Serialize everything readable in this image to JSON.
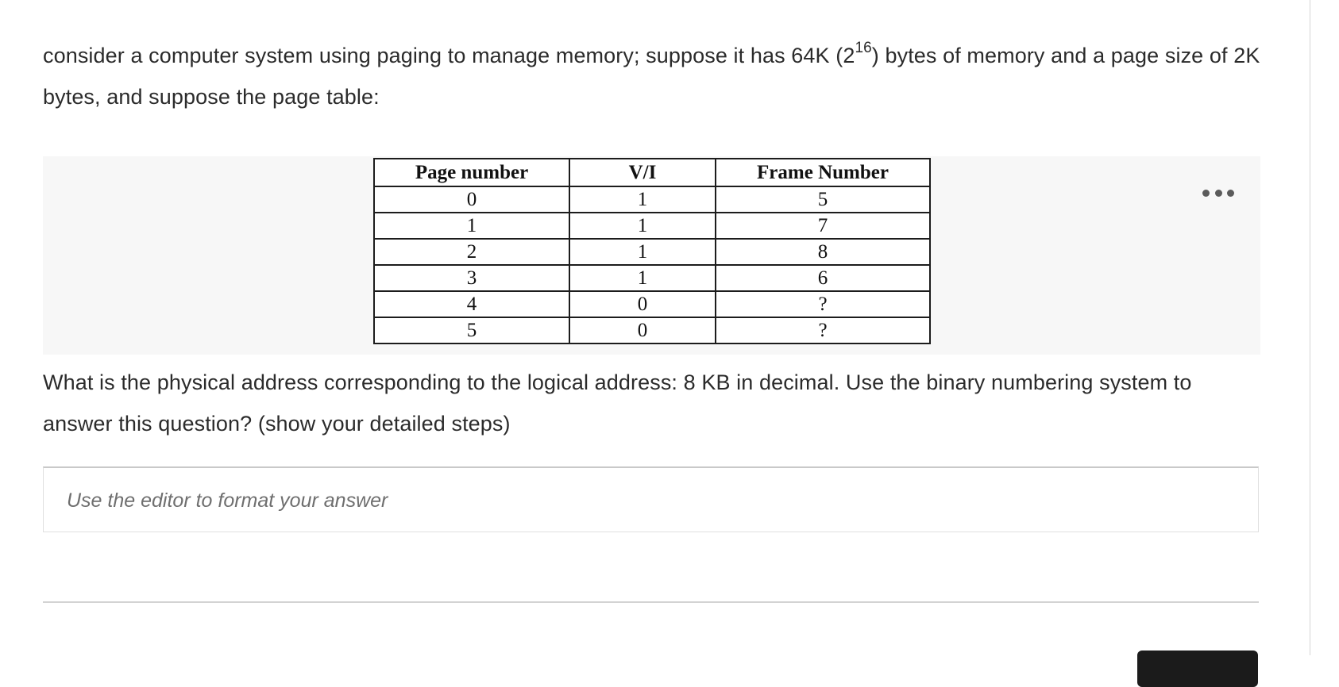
{
  "question": {
    "intro_part1": "consider a computer system using paging to manage memory; suppose it has 64K (2",
    "intro_exponent": "16",
    "intro_part2": ") bytes of memory and a page size of 2K bytes, and suppose the page table:",
    "followup": "What is the physical address corresponding to the logical address: 8 KB in decimal. Use the binary numbering system to answer this question? (show your detailed steps)"
  },
  "figure": {
    "menu_label": "•••",
    "background_color": "#f7f7f7"
  },
  "page_table": {
    "headers": [
      "Page number",
      "V/I",
      "Frame Number"
    ],
    "rows": [
      [
        "0",
        "1",
        "5"
      ],
      [
        "1",
        "1",
        "7"
      ],
      [
        "2",
        "1",
        "8"
      ],
      [
        "3",
        "1",
        "6"
      ],
      [
        "4",
        "0",
        "?"
      ],
      [
        "5",
        "0",
        "?"
      ]
    ]
  },
  "editor": {
    "placeholder": "Use the editor to format your answer",
    "value": ""
  },
  "actions": {
    "submit_label": ""
  },
  "colors": {
    "text": "#2b2b2b",
    "panel": "#f7f7f7",
    "border": "#e0e0e0",
    "table_border": "#1c1c1c",
    "button": "#1b1b1b"
  }
}
